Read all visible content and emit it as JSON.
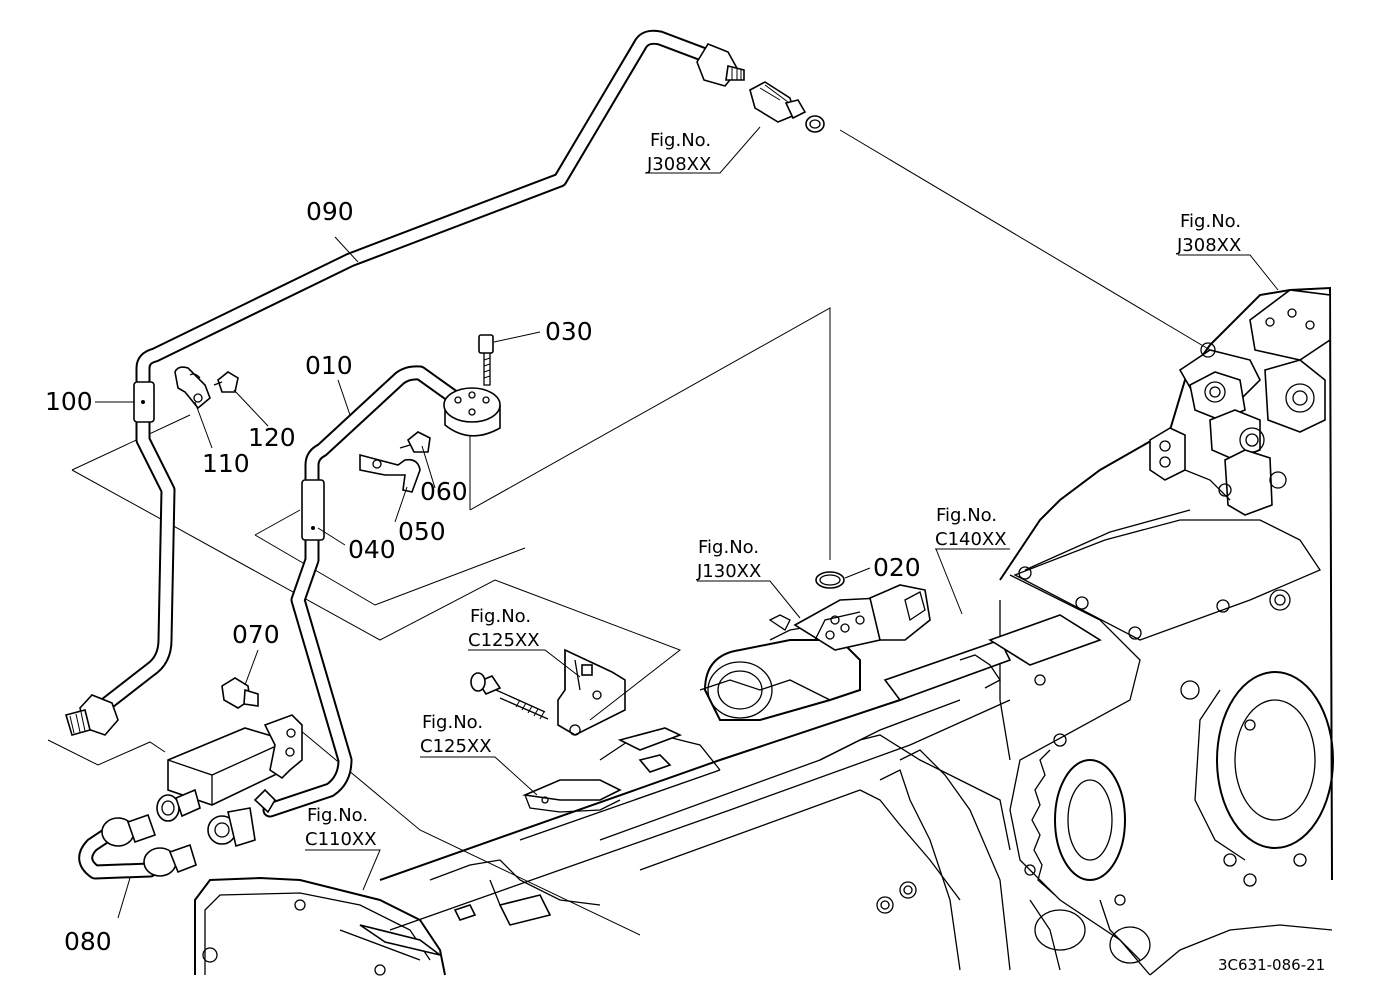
{
  "labels": {
    "p010": "010",
    "p020": "020",
    "p030": "030",
    "p040": "040",
    "p050": "050",
    "p060": "060",
    "p070": "070",
    "p080": "080",
    "p090": "090",
    "p100": "100",
    "p110": "110",
    "p120": "120"
  },
  "figrefs": {
    "fig_prefix": "Fig.No.",
    "j308_top": "J308XX",
    "j308_right": "J308XX",
    "c140": "C140XX",
    "j130": "J130XX",
    "c125_upper": "C125XX",
    "c125_lower": "C125XX",
    "c110": "C110XX"
  },
  "drawing_code": "3C631-086-21"
}
